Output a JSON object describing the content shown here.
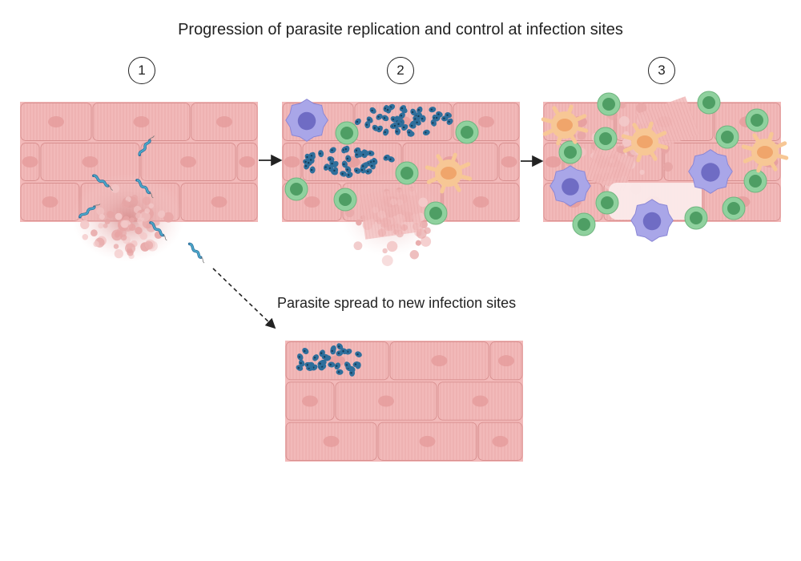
{
  "title": "Progression of parasite replication and control at infection sites",
  "steps": [
    "1",
    "2",
    "3"
  ],
  "spread_label": "Parasite spread to new infection sites",
  "colors": {
    "muscle": "#f2b9b9",
    "muscle_border": "#d88f8f",
    "nucleus": "#e49a9a",
    "amastigote": "#2f6f9c",
    "trypomastigote": "#4aa7c9",
    "tcell": "#8fd19e",
    "tcell_nucleus": "#4e9e64",
    "macrophage": "#a9a6e8",
    "macrophage_nucleus": "#6f6cc4",
    "dendritic": "#f7c795",
    "dendritic_nucleus": "#f0a56b",
    "arrow": "#222222"
  },
  "icons": [
    "muscle-tissue",
    "amastigote-cluster",
    "trypomastigote",
    "t-cell",
    "macrophage",
    "dendritic-cell",
    "cell-debris"
  ]
}
